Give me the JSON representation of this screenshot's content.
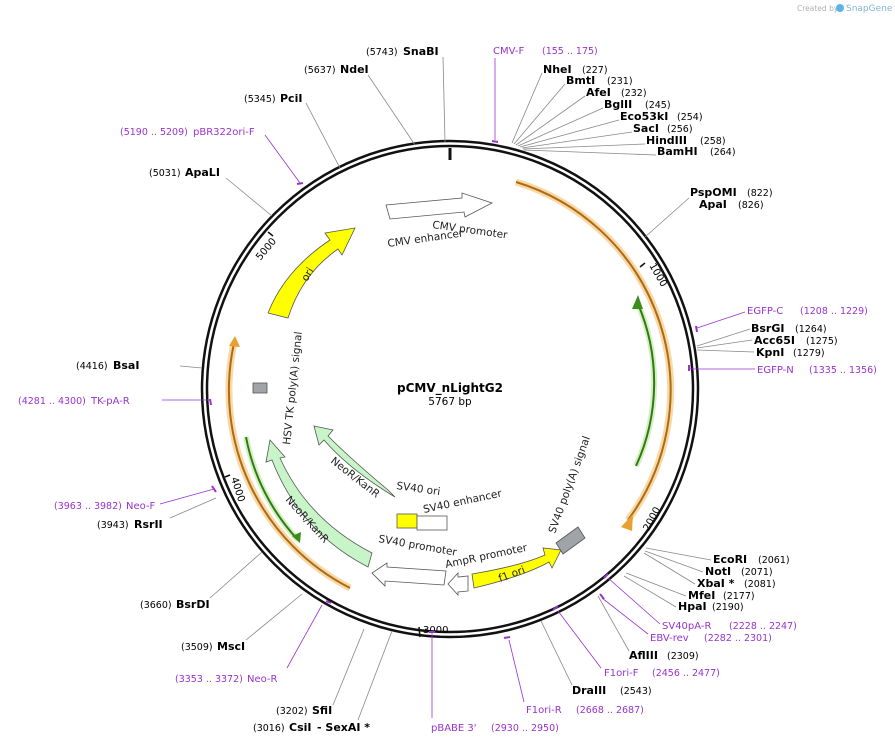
{
  "branding": {
    "created_by": "Created by",
    "app": "SnapGene"
  },
  "plasmid": {
    "name": "pCMV_nLightG2",
    "length_label": "5767 bp"
  },
  "ticks": [
    "1000",
    "2000",
    "3000",
    "4000",
    "5000"
  ],
  "sites": [
    {
      "name": "SnaBI",
      "pos": "(5743)"
    },
    {
      "name": "NdeI",
      "pos": "(5637)"
    },
    {
      "name": "PciI",
      "pos": "(5345)"
    },
    {
      "name": "ApaLI",
      "pos": "(5031)"
    },
    {
      "name": "NheI",
      "pos": "(227)"
    },
    {
      "name": "BmtI",
      "pos": "(231)"
    },
    {
      "name": "AfeI",
      "pos": "(232)"
    },
    {
      "name": "BglII",
      "pos": "(245)"
    },
    {
      "name": "Eco53kI",
      "pos": "(254)"
    },
    {
      "name": "SacI",
      "pos": "(256)"
    },
    {
      "name": "HindIII",
      "pos": "(258)"
    },
    {
      "name": "BamHI",
      "pos": "(264)"
    },
    {
      "name": "PspOMI",
      "pos": "(822)"
    },
    {
      "name": "ApaI",
      "pos": "(826)"
    },
    {
      "name": "BsrGI",
      "pos": "(1264)"
    },
    {
      "name": "Acc65I",
      "pos": "(1275)"
    },
    {
      "name": "KpnI",
      "pos": "(1279)"
    },
    {
      "name": "EcoRI",
      "pos": "(2061)"
    },
    {
      "name": "NotI",
      "pos": "(2071)"
    },
    {
      "name": "XbaI *",
      "pos": "(2081)"
    },
    {
      "name": "MfeI",
      "pos": "(2177)"
    },
    {
      "name": "HpaI",
      "pos": "(2190)"
    },
    {
      "name": "AflIII",
      "pos": "(2309)"
    },
    {
      "name": "DraIII",
      "pos": "(2543)"
    },
    {
      "name": "SfiI",
      "pos": "(3202)"
    },
    {
      "name": "CsiI",
      "pos": "(3016)"
    },
    {
      "name": "- SexAI *",
      "pos": ""
    },
    {
      "name": "MscI",
      "pos": "(3509)"
    },
    {
      "name": "BsrDI",
      "pos": "(3660)"
    },
    {
      "name": "RsrII",
      "pos": "(3943)"
    },
    {
      "name": "BsaI",
      "pos": "(4416)"
    }
  ],
  "primers": [
    {
      "name": "CMV-F",
      "range": "(155 .. 175)"
    },
    {
      "name": "pBR322ori-F",
      "range": "(5190 .. 5209)"
    },
    {
      "name": "EGFP-C",
      "range": "(1208 .. 1229)"
    },
    {
      "name": "EGFP-N",
      "range": "(1335 .. 1356)"
    },
    {
      "name": "TK-pA-R",
      "range": "(4281 .. 4300)"
    },
    {
      "name": "Neo-F",
      "range": "(3963 .. 3982)"
    },
    {
      "name": "SV40pA-R",
      "range": "(2228 .. 2247)"
    },
    {
      "name": "EBV-rev",
      "range": "(2282 .. 2301)"
    },
    {
      "name": "F1ori-F",
      "range": "(2456 .. 2477)"
    },
    {
      "name": "F1ori-R",
      "range": "(2668 .. 2687)"
    },
    {
      "name": "Neo-R",
      "range": "(3353 .. 3372)"
    },
    {
      "name": "pBABE 3'",
      "range": "(2930 .. 2950)"
    }
  ],
  "features": {
    "cmv_promoter": "CMV promoter",
    "cmv_enhancer": "CMV enhancer",
    "ori": "ori",
    "hsv_tk": "HSV TK poly(A) signal",
    "neor1": "NeoR/KanR",
    "neor2": "NeoR/KanR",
    "sv40_ori": "SV40 ori",
    "sv40_enhancer": "SV40 enhancer",
    "sv40_promoter": "SV40 promoter",
    "ampr_promoter": "AmpR promoter",
    "f1_ori": "f1 ori",
    "sv40_polya": "SV40 poly(A) signal"
  },
  "colors": {
    "backbone": "#111111",
    "orange_feature": "#e8a030",
    "green_feature": "#3c8c1e",
    "ori_yellow": "#ffff00",
    "neor_green": "#c8f5c8",
    "primer": "#9933cc",
    "polya_gray": "#a0a4a8"
  }
}
